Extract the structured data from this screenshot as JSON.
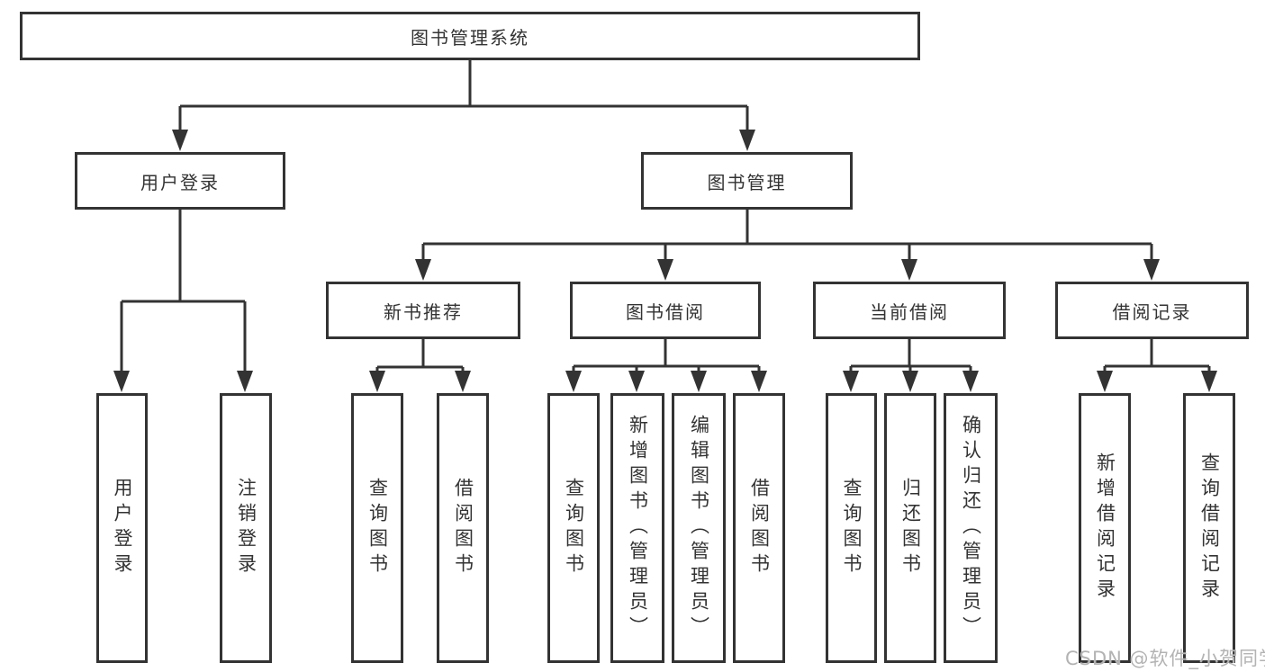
{
  "diagram": {
    "root": {
      "label": "图书管理系统"
    },
    "level2": [
      {
        "label": "用户登录"
      },
      {
        "label": "图书管理"
      }
    ],
    "level3": [
      {
        "label": "新书推荐"
      },
      {
        "label": "图书借阅"
      },
      {
        "label": "当前借阅"
      },
      {
        "label": "借阅记录"
      }
    ],
    "leaves": {
      "user_login": [
        {
          "label": "用户登录"
        },
        {
          "label": "注销登录"
        }
      ],
      "new_book_recommend": [
        {
          "label": "查询图书"
        },
        {
          "label": "借阅图书"
        }
      ],
      "book_borrow": [
        {
          "label": "查询图书"
        },
        {
          "label": "新增图书（管理员）"
        },
        {
          "label": "编辑图书（管理员）"
        },
        {
          "label": "借阅图书"
        }
      ],
      "current_borrow": [
        {
          "label": "查询图书"
        },
        {
          "label": "归还图书"
        },
        {
          "label": "确认归还（管理员）"
        }
      ],
      "borrow_records": [
        {
          "label": "新增借阅记录"
        },
        {
          "label": "查询借阅记录"
        }
      ]
    },
    "watermark": "CSDN @软件_小贺同学",
    "colors": {
      "line": "#333333",
      "text": "#333333",
      "background": "#ffffff",
      "watermark": "#b3b3b3"
    }
  }
}
